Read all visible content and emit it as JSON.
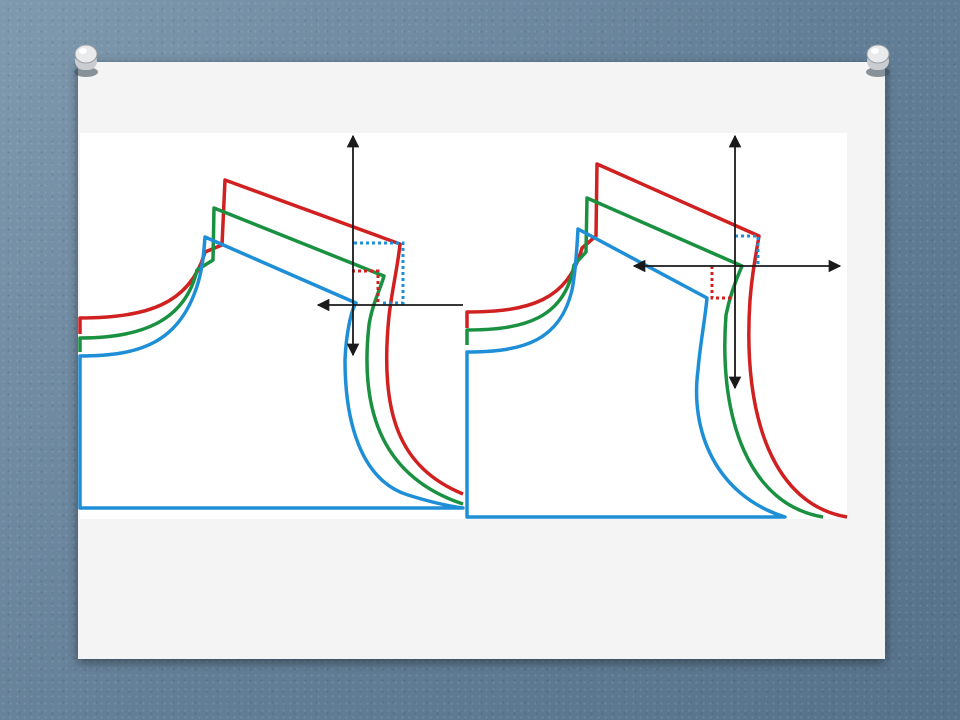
{
  "slide": {
    "background": "#6f8aa1",
    "card_color": "#f4f4f4"
  },
  "diagram": {
    "description_free": true,
    "colors": {
      "size_large": "#d02020",
      "size_medium": "#1a9140",
      "size_base": "#1e8fd6",
      "arrow": "#1a1a1a"
    },
    "panels": [
      {
        "name": "panel-left",
        "arrows": [
          "up",
          "down",
          "left"
        ]
      },
      {
        "name": "panel-right",
        "arrows": [
          "up",
          "down",
          "left",
          "right"
        ]
      }
    ]
  }
}
